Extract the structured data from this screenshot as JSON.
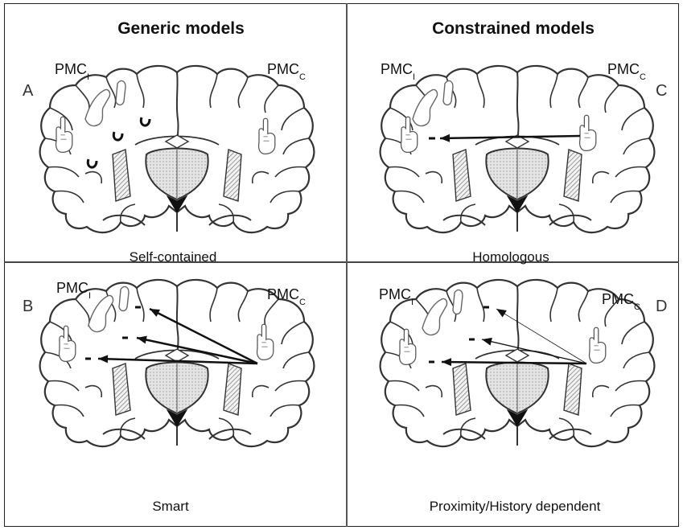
{
  "headers": {
    "left": "Generic models",
    "right": "Constrained models"
  },
  "panels": [
    {
      "letter": "A",
      "pmc_i": "PMC",
      "pmc_i_sub": "I",
      "pmc_c": "PMC",
      "pmc_c_sub": "C",
      "caption": "Self-contained"
    },
    {
      "letter": "C",
      "pmc_i": "PMC",
      "pmc_i_sub": "I",
      "pmc_c": "PMC",
      "pmc_c_sub": "C",
      "caption": "Homologous"
    },
    {
      "letter": "B",
      "pmc_i": "PMC",
      "pmc_i_sub": "I",
      "pmc_c": "PMC",
      "pmc_c_sub": "C",
      "caption": "Smart"
    },
    {
      "letter": "D",
      "pmc_i": "PMC",
      "pmc_i_sub": "I",
      "pmc_c": "PMC",
      "pmc_c_sub": "C",
      "caption": "Proximity/History dependent"
    }
  ],
  "icons": {
    "brain": "brain-coronal-section-icon",
    "hand": "finger-hand-icon",
    "arrow": "connection-arrow-icon"
  }
}
